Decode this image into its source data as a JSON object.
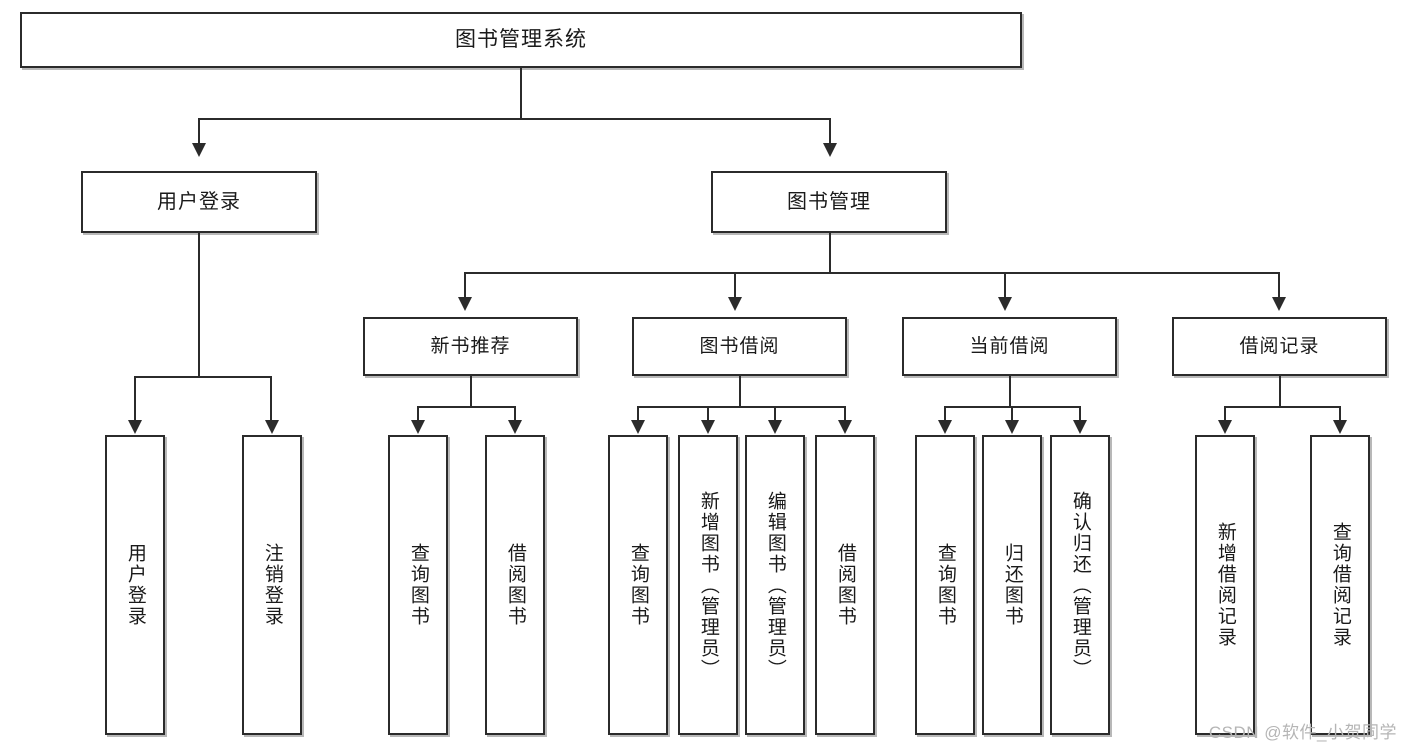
{
  "diagram": {
    "title": "图书管理系统",
    "type": "tree-hierarchy",
    "root": {
      "label": "图书管理系统"
    },
    "level1": [
      {
        "label": "用户登录"
      },
      {
        "label": "图书管理"
      }
    ],
    "level2": [
      {
        "label": "新书推荐"
      },
      {
        "label": "图书借阅"
      },
      {
        "label": "当前借阅"
      },
      {
        "label": "借阅记录"
      }
    ],
    "leaves": {
      "user_login": [
        {
          "label": "用户登录"
        },
        {
          "label": "注销登录"
        }
      ],
      "new_book_recommend": [
        {
          "label": "查询图书"
        },
        {
          "label": "借阅图书"
        }
      ],
      "book_borrow": [
        {
          "label": "查询图书"
        },
        {
          "label": "新增图书（管理员）"
        },
        {
          "label": "编辑图书（管理员）"
        },
        {
          "label": "借阅图书"
        }
      ],
      "current_borrow": [
        {
          "label": "查询图书"
        },
        {
          "label": "归还图书"
        },
        {
          "label": "确认归还（管理员）"
        }
      ],
      "borrow_record": [
        {
          "label": "新增借阅记录"
        },
        {
          "label": "查询借阅记录"
        }
      ]
    }
  },
  "watermark": {
    "text": "CSDN @软件_小贺同学"
  },
  "colors": {
    "stroke": "#2b2b2b",
    "fill": "#ffffff",
    "text": "#1a1a1a",
    "watermark": "#b5b5b5"
  }
}
